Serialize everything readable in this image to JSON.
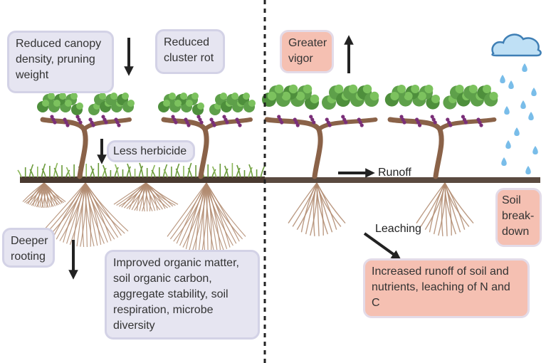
{
  "left_panel": {
    "canopy_label": "Reduced canopy density, pruning weight",
    "cluster_label": "Reduced cluster rot",
    "herbicide_label": "Less herbicide",
    "rooting_label": "Deeper rooting",
    "soil_label": "Improved organic matter, soil organic carbon, aggregate stability, soil respiration, microbe diversity"
  },
  "right_panel": {
    "vigor_label": "Greater vigor",
    "runoff_label": "Runoff",
    "leaching_label": "Leaching",
    "breakdown_label": "Soil break-down",
    "nutrient_label": "Increased runoff of soil and nutrients,  leaching of N and C"
  },
  "colors": {
    "lavender_box": "#e6e5f1",
    "pink_box": "#f5c0b2",
    "soil": "#4a3a30",
    "grass": "#6a9a3a",
    "leaf": "#5ea04a",
    "grape": "#7a2f78",
    "trunk": "#8a6248",
    "root": "#b08a6e",
    "cloud": "#bfe0f5",
    "rain": "#79bde9",
    "divider": "#222222",
    "arrow": "#222222"
  }
}
